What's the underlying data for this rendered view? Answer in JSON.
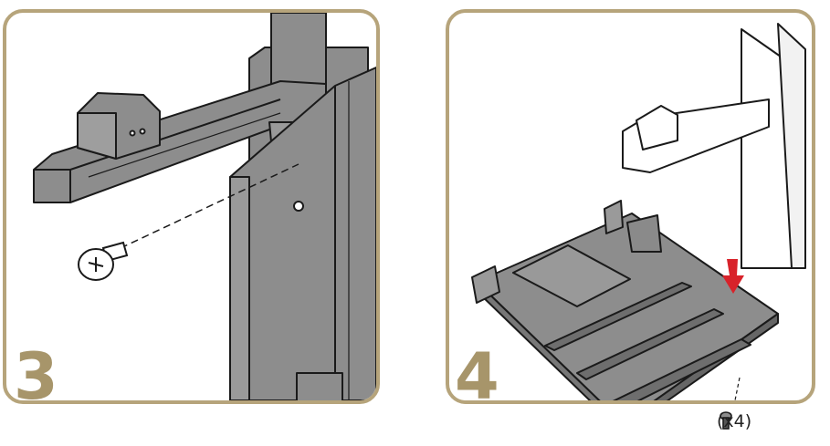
{
  "step3": {
    "number": "3"
  },
  "step4": {
    "number": "4"
  },
  "screw_quantity": "(x4)",
  "colors": {
    "frame": "#b6a47b",
    "step_number": "#a7956a",
    "part_dark": "#8d8d8d",
    "part_light": "#ffffff",
    "outline": "#1a1a1a",
    "arrow": "#d8222a"
  },
  "icons": [
    "screw-icon",
    "arrow-down-icon",
    "small-screw-icon"
  ]
}
